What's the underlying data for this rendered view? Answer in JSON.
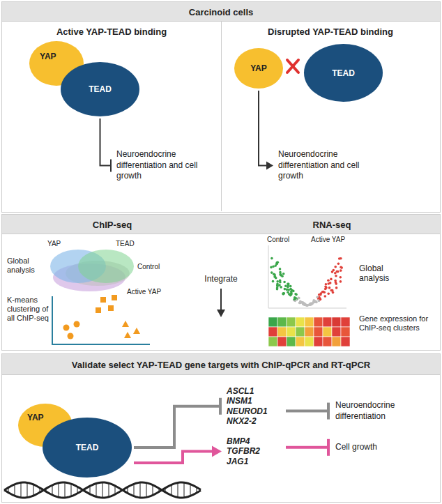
{
  "diagram": {
    "nodes": [
      {
        "text": [
          "Carcinoid cells"
        ]
      },
      {
        "text": [
          "Active YAP-TEAD binding"
        ],
        "in": 0
      },
      {
        "text": [
          "YAP"
        ],
        "in": 1
      },
      {
        "text": [
          "TEAD"
        ],
        "in": 1
      },
      {
        "text": [
          "Neuroendocrine differentiation and cell growth"
        ],
        "in": 1
      },
      {
        "text": [
          "Disrupted YAP-TEAD binding"
        ],
        "in": 0
      },
      {
        "text": [
          "YAP"
        ],
        "in": 5
      },
      {
        "text": [
          "TEAD"
        ],
        "in": 5
      },
      {
        "text": [
          "Neuroendocrine differentiation and cell growth"
        ],
        "in": 5
      },
      {
        "text": [
          "ChIP-seq",
          "RNA-seq"
        ]
      },
      {
        "text": [
          "Validate select YAP-TEAD gene targets with ChIP-qPCR and RT-qPCR"
        ]
      },
      {
        "text": [
          "YAP"
        ],
        "in": 10
      },
      {
        "text": [
          "TEAD"
        ],
        "in": 10
      },
      {
        "text": [
          "ASCL1",
          "INSM1",
          "NEUROD1",
          "NKX2-2"
        ],
        "in": 10
      },
      {
        "text": [
          "Neuroendocrine differentiation"
        ],
        "in": 10
      },
      {
        "text": [
          "BMP4",
          "TGFBR2",
          "JAG1"
        ],
        "in": 10
      },
      {
        "text": [
          "Cell growth"
        ],
        "in": 10
      }
    ],
    "edges": [
      {
        "from": 3,
        "to": 4,
        "arrow": "to"
      },
      {
        "from": 6,
        "to": 8,
        "arrow": "to"
      },
      {
        "from": 12,
        "to": 13,
        "arrow": "to"
      },
      {
        "from": 13,
        "to": 14,
        "arrow": "to"
      },
      {
        "from": 12,
        "to": 15,
        "arrow": "to"
      },
      {
        "from": 15,
        "to": 16,
        "arrow": "to"
      }
    ],
    "labels": [
      "YAP",
      "TEAD",
      "Control",
      "Active YAP",
      "Global analysis",
      "K-means clustering of all ChIP-seq",
      "Integrate",
      "Control",
      "Active YAP",
      "Global analysis",
      "Gene expression for ChIP-seq clusters"
    ]
  }
}
